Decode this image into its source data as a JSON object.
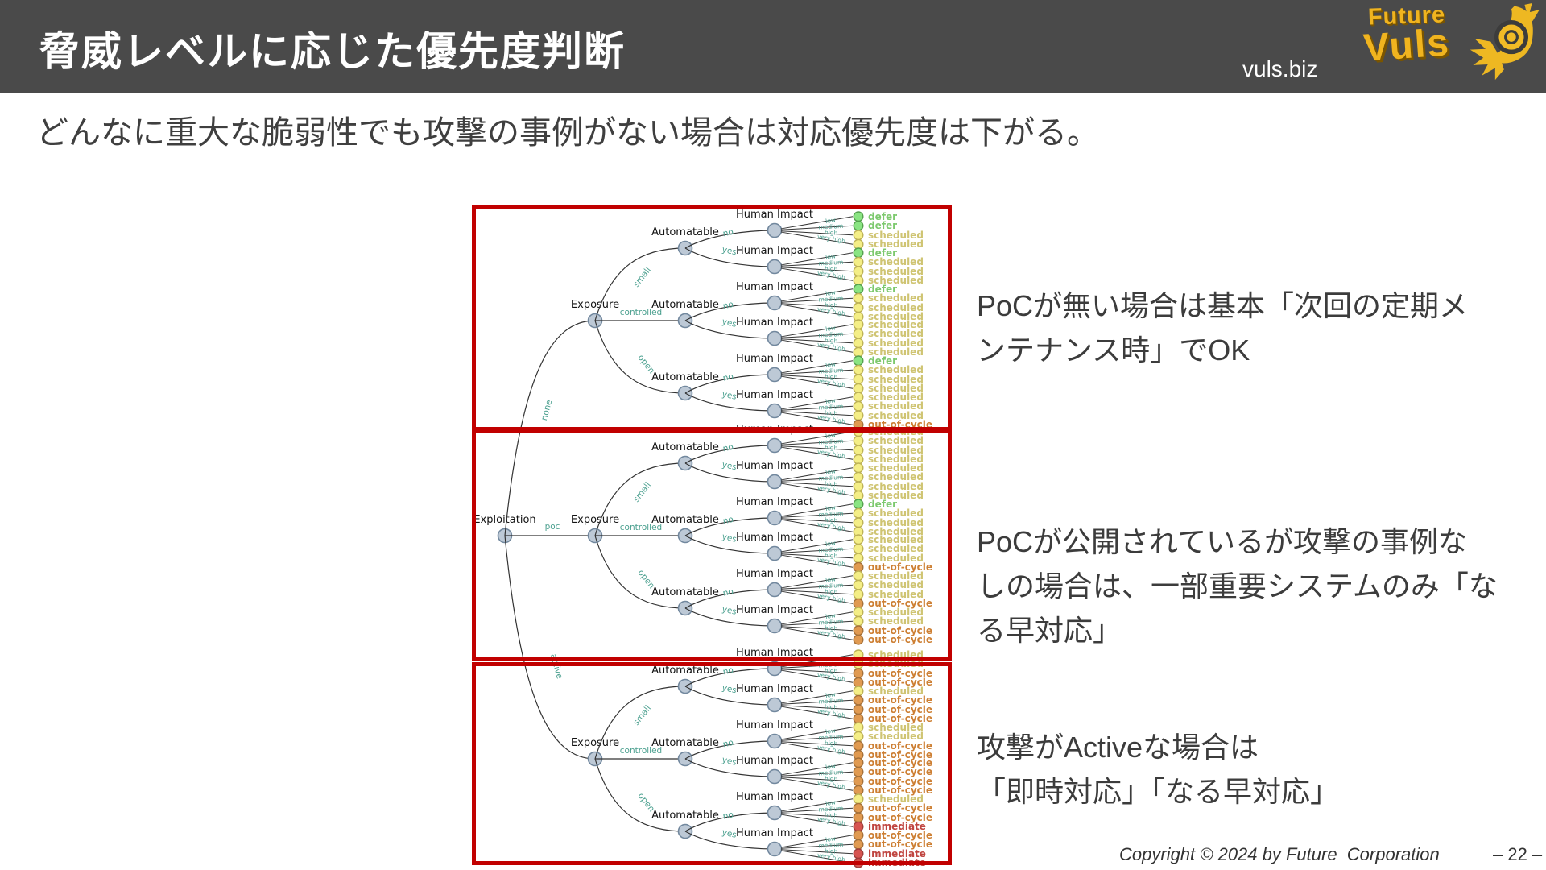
{
  "header": {
    "title": "脅威レベルに応じた優先度判断",
    "site": "vuls.biz",
    "logo": {
      "line1": "Future",
      "line2": "Vuls"
    }
  },
  "subtitle": "どんなに重大な脆弱性でも攻撃の事例がない場合は対応優先度は下がる。",
  "annotations": [
    {
      "lines": [
        "PoCが無い場合は基本「次回の定期メ",
        "ンテナンス時」でOK"
      ]
    },
    {
      "lines": [
        "PoCが公開されているが攻撃の事例な",
        "しの場合は、一部重要システムのみ「な",
        "る早対応」"
      ]
    },
    {
      "lines": [
        "攻撃がActiveな場合は",
        "「即時対応」「なる早対応」"
      ]
    }
  ],
  "footer": {
    "copyright": "Copyright © 2024 by Future  Corporation",
    "page": "– 22 –"
  },
  "chart_data": {
    "type": "decision-tree",
    "node_labels": {
      "root": "Exploitation",
      "exposure": "Exposure",
      "automatable": "Automatable",
      "impact": "Human Impact"
    },
    "exposure_branches": [
      "small",
      "controlled",
      "open"
    ],
    "automatable_branches": [
      "no",
      "yes"
    ],
    "impact_branches": [
      "low",
      "medium",
      "high",
      "very high"
    ],
    "decision_colors": {
      "defer": {
        "dot": "#8ae482",
        "stroke": "#55a04e",
        "text": "#7dc96e"
      },
      "scheduled": {
        "dot": "#f4ee86",
        "stroke": "#bdb256",
        "text": "#cfc472"
      },
      "out-of-cycle": {
        "dot": "#e09a51",
        "stroke": "#a5713a",
        "text": "#cd7f33"
      },
      "immediate": {
        "dot": "#d65450",
        "stroke": "#9e3d3a",
        "text": "#c04540"
      }
    },
    "highlight_box_color": "#c10000",
    "sections": [
      {
        "exploitation": "none",
        "groups": [
          {
            "exposure": "small",
            "automatable": "no",
            "decisions": [
              "defer",
              "defer",
              "scheduled",
              "scheduled"
            ]
          },
          {
            "exposure": "small",
            "automatable": "yes",
            "decisions": [
              "defer",
              "scheduled",
              "scheduled",
              "scheduled"
            ]
          },
          {
            "exposure": "controlled",
            "automatable": "no",
            "decisions": [
              "defer",
              "scheduled",
              "scheduled",
              "scheduled"
            ]
          },
          {
            "exposure": "controlled",
            "automatable": "yes",
            "decisions": [
              "scheduled",
              "scheduled",
              "scheduled",
              "scheduled"
            ]
          },
          {
            "exposure": "open",
            "automatable": "no",
            "decisions": [
              "defer",
              "scheduled",
              "scheduled",
              "scheduled"
            ]
          },
          {
            "exposure": "open",
            "automatable": "yes",
            "decisions": [
              "scheduled",
              "scheduled",
              "scheduled",
              "out-of-cycle"
            ]
          }
        ]
      },
      {
        "exploitation": "poc",
        "groups": [
          {
            "exposure": "small",
            "automatable": "no",
            "decisions": [
              "scheduled",
              "scheduled",
              "scheduled",
              "scheduled"
            ]
          },
          {
            "exposure": "small",
            "automatable": "yes",
            "decisions": [
              "scheduled",
              "scheduled",
              "scheduled",
              "scheduled"
            ]
          },
          {
            "exposure": "controlled",
            "automatable": "no",
            "decisions": [
              "defer",
              "scheduled",
              "scheduled",
              "scheduled"
            ]
          },
          {
            "exposure": "controlled",
            "automatable": "yes",
            "decisions": [
              "scheduled",
              "scheduled",
              "scheduled",
              "out-of-cycle"
            ]
          },
          {
            "exposure": "open",
            "automatable": "no",
            "decisions": [
              "scheduled",
              "scheduled",
              "scheduled",
              "out-of-cycle"
            ]
          },
          {
            "exposure": "open",
            "automatable": "yes",
            "decisions": [
              "scheduled",
              "scheduled",
              "out-of-cycle",
              "out-of-cycle"
            ]
          }
        ]
      },
      {
        "exploitation": "active",
        "groups": [
          {
            "exposure": "small",
            "automatable": "no",
            "decisions": [
              "scheduled",
              "scheduled",
              "out-of-cycle",
              "out-of-cycle"
            ]
          },
          {
            "exposure": "small",
            "automatable": "yes",
            "decisions": [
              "scheduled",
              "out-of-cycle",
              "out-of-cycle",
              "out-of-cycle"
            ]
          },
          {
            "exposure": "controlled",
            "automatable": "no",
            "decisions": [
              "scheduled",
              "scheduled",
              "out-of-cycle",
              "out-of-cycle"
            ]
          },
          {
            "exposure": "controlled",
            "automatable": "yes",
            "decisions": [
              "out-of-cycle",
              "out-of-cycle",
              "out-of-cycle",
              "out-of-cycle"
            ]
          },
          {
            "exposure": "open",
            "automatable": "no",
            "decisions": [
              "scheduled",
              "out-of-cycle",
              "out-of-cycle",
              "immediate"
            ]
          },
          {
            "exposure": "open",
            "automatable": "yes",
            "decisions": [
              "out-of-cycle",
              "out-of-cycle",
              "immediate",
              "immediate"
            ]
          }
        ]
      }
    ]
  }
}
